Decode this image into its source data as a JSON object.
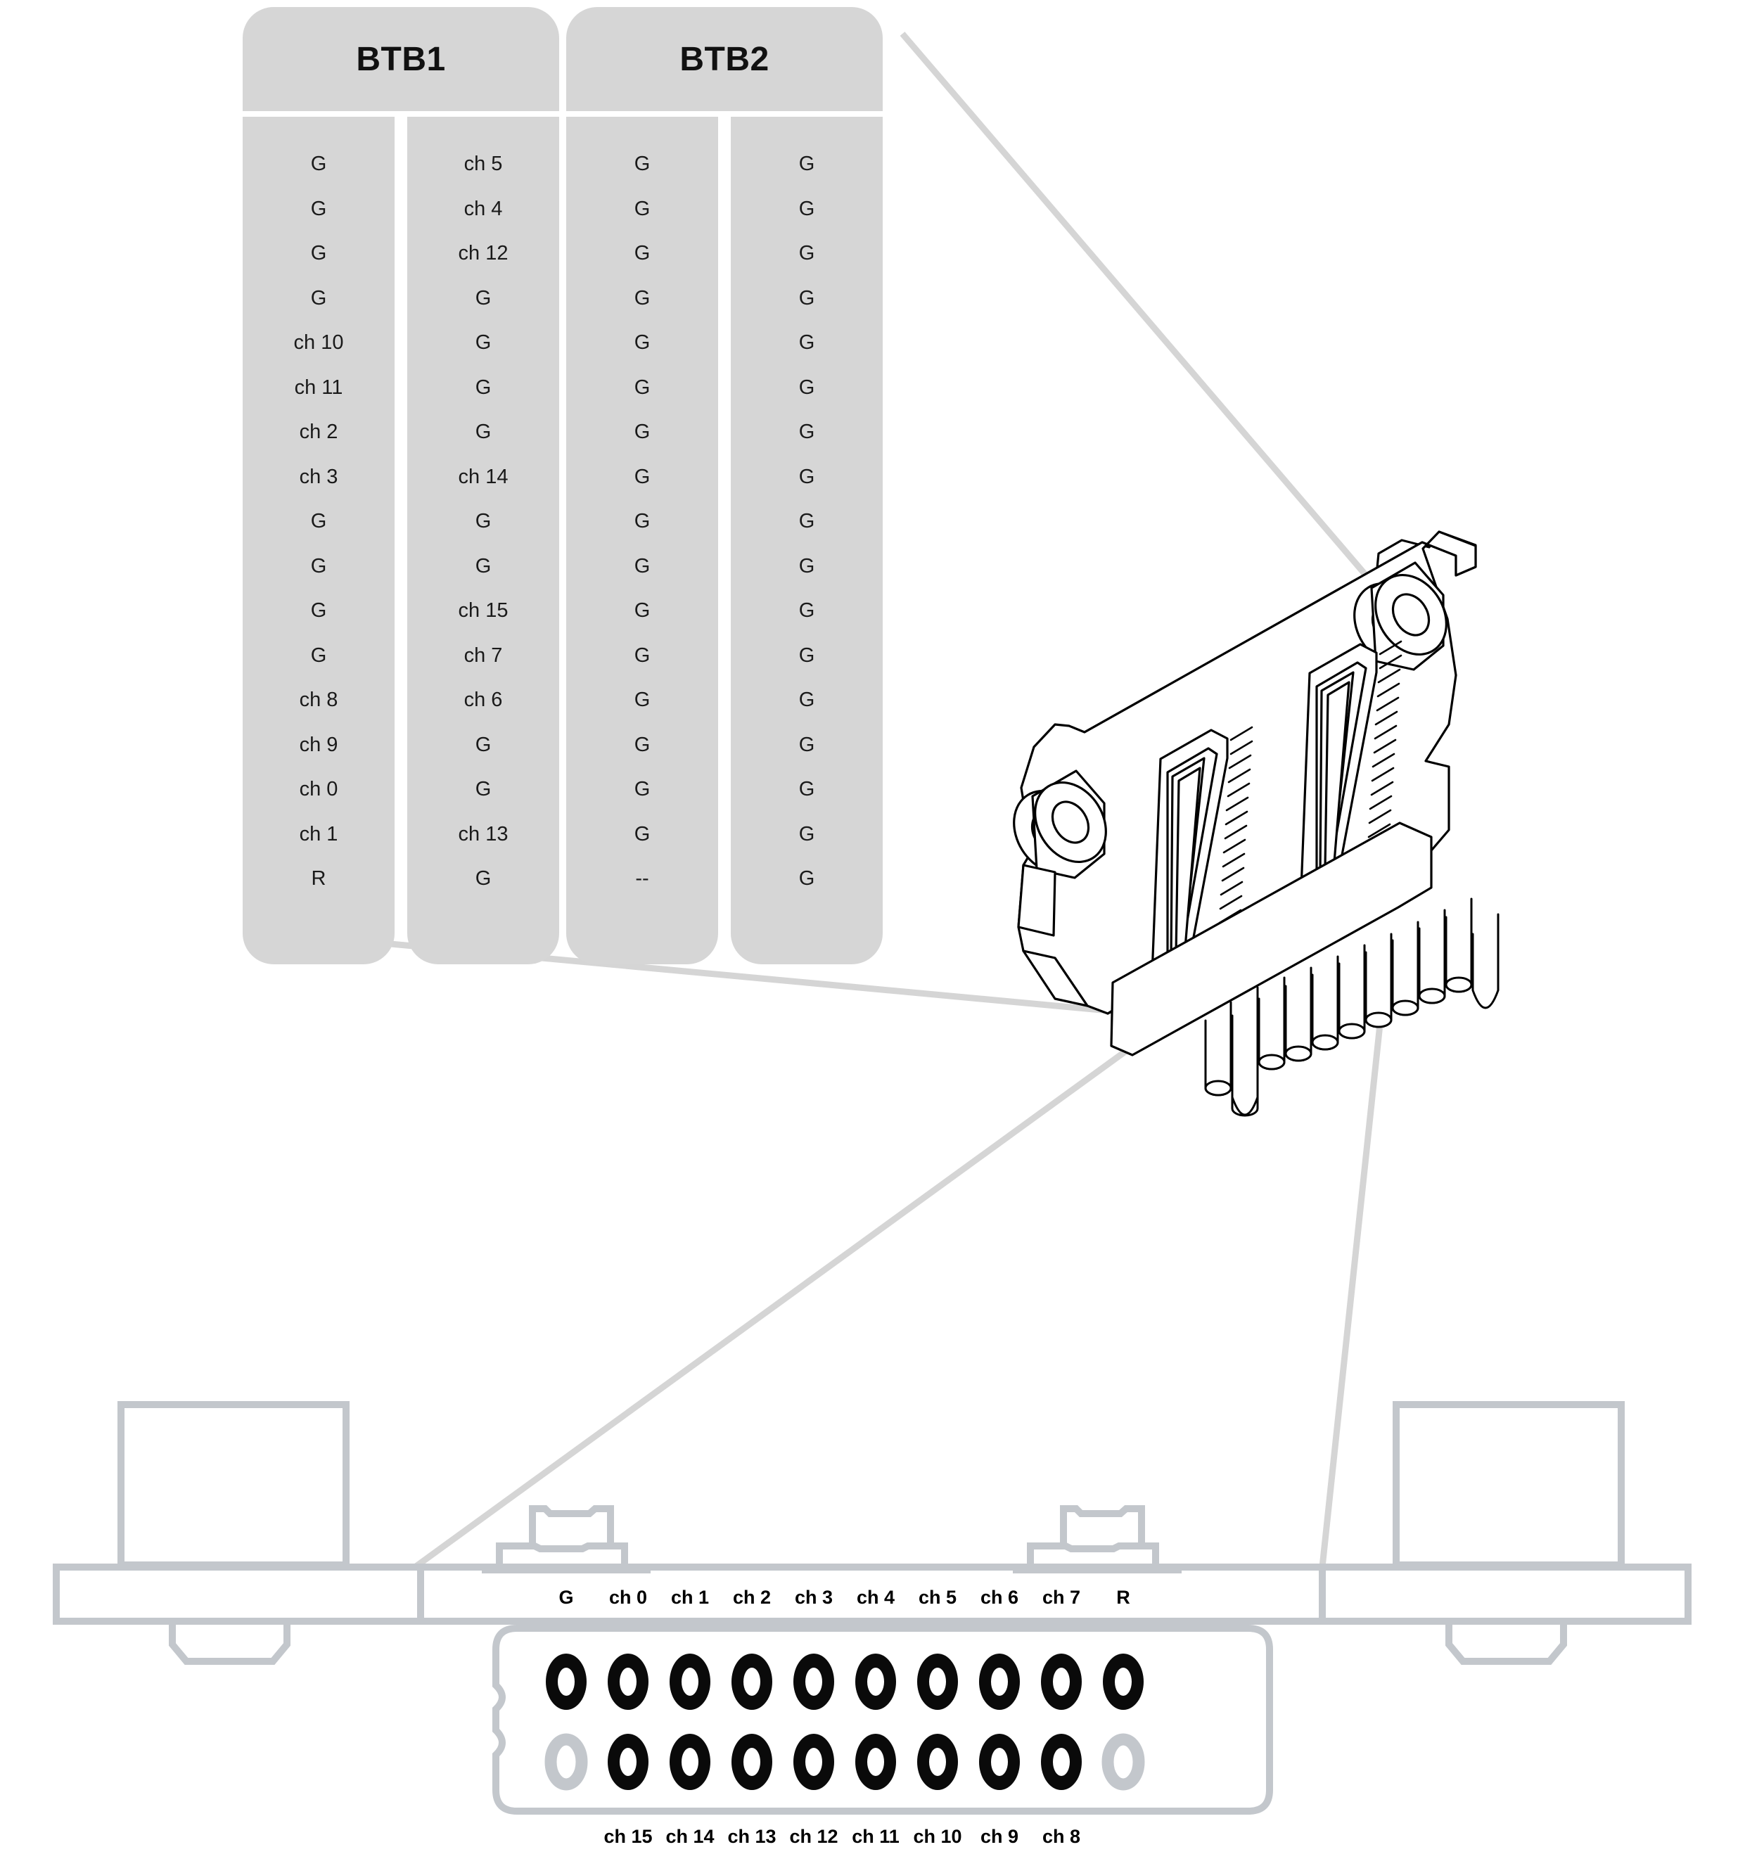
{
  "diagram": {
    "title_btb1": "BTB1",
    "title_btb2": "BTB2",
    "ground_label": "G",
    "reset_label": "R",
    "unused_label": "--"
  },
  "btb1": {
    "label": "BTB1",
    "col1": [
      "G",
      "G",
      "G",
      "G",
      "ch 10",
      "ch 11",
      "ch 2",
      "ch 3",
      "G",
      "G",
      "G",
      "G",
      "ch 8",
      "ch 9",
      "ch 0",
      "ch 1",
      "R"
    ],
    "col2": [
      "ch 5",
      "ch 4",
      "ch 12",
      "G",
      "G",
      "G",
      "G",
      "ch 14",
      "G",
      "G",
      "ch 15",
      "ch 7",
      "ch 6",
      "G",
      "G",
      "ch 13",
      "G"
    ]
  },
  "btb2": {
    "label": "BTB2",
    "col1": [
      "G",
      "G",
      "G",
      "G",
      "G",
      "G",
      "G",
      "G",
      "G",
      "G",
      "G",
      "G",
      "G",
      "G",
      "G",
      "G",
      "--"
    ],
    "col2": [
      "G",
      "G",
      "G",
      "G",
      "G",
      "G",
      "G",
      "G",
      "G",
      "G",
      "G",
      "G",
      "G",
      "G",
      "G",
      "G",
      "G"
    ]
  },
  "board_header": {
    "top_row_labels": [
      "G",
      "ch 0",
      "ch 1",
      "ch 2",
      "ch 3",
      "ch 4",
      "ch 5",
      "ch 6",
      "ch 7",
      "R"
    ],
    "bottom_row_labels": [
      "ch 15",
      "ch 14",
      "ch 13",
      "ch 12",
      "ch 11",
      "ch 10",
      "ch 9",
      "ch 8"
    ],
    "top_row_pin_count": 10,
    "bottom_row_pin_count": 10,
    "bottom_row_inactive_pins": [
      0,
      9
    ]
  },
  "colors": {
    "panel_fill": "#d6d6d6",
    "leader_line": "#d5d5d5",
    "board_outline": "#c3c7cc",
    "pin_black": "#0a0a0a",
    "pin_inactive": "#c3c7cc",
    "text": "#1a1a1a"
  }
}
